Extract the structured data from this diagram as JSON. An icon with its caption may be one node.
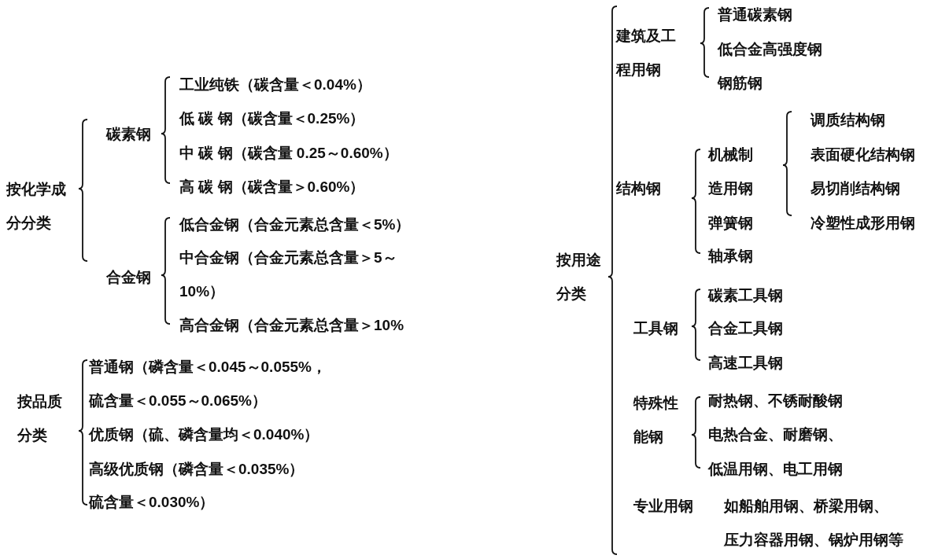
{
  "diagram": {
    "labels": [
      "按化学成分分类",
      "碳素钢",
      "工业纯铁（碳含量＜0.04%）",
      "低 碳 钢（碳含量＜0.25%）",
      "中 碳 钢（碳含量 0.25～0.60%）",
      "高 碳 钢（碳含量＞0.60%）",
      "合金钢",
      "低合金钢（合金元素总含量＜5%）",
      "中合金钢（合金元素总含量＞5～10%）",
      "高合金钢（合金元素总含量＞10%",
      "按品质分类",
      "普通钢（磷含量＜0.045～0.055%，硫含量＜0.055～0.065%）",
      "优质钢（硫、磷含量均＜0.040%）",
      "高级优质钢（磷含量＜0.035%）",
      "硫含量＜0.030%）",
      "按用途分类",
      "建筑及工程用钢",
      "普通碳素钢",
      "低合金高强度钢",
      "钢筋钢",
      "结构钢",
      "机械制造用钢",
      "弹簧钢",
      "轴承钢",
      "调质结构钢",
      "表面硬化结构钢",
      "易切削结构钢",
      "冷塑性成形用钢",
      "工具钢",
      "碳素工具钢",
      "合金工具钢",
      "高速工具钢",
      "特殊性能钢",
      "耐热钢、不锈耐酸钢",
      "电热合金、耐磨钢、",
      "低温用钢、电工用钢",
      "专业用钢",
      "如船舶用钢、桥梁用钢、压力容器用钢、锅炉用钢等"
    ]
  }
}
